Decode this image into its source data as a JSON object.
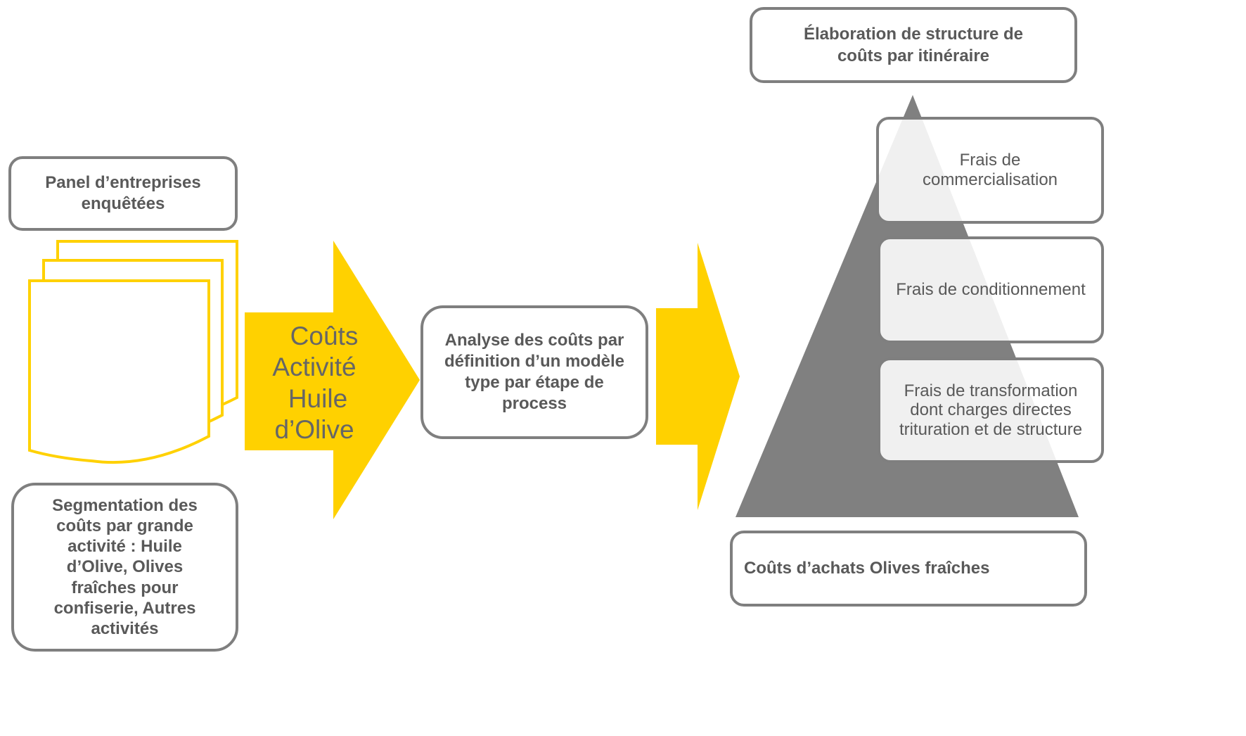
{
  "panel": {
    "title": "Panel d’entreprises enquêtées"
  },
  "segmentation": {
    "text": "Segmentation des coûts par grande activité : Huile d’Olive, Olives fraîches pour confiserie, Autres activités"
  },
  "arrow1": {
    "line1": "Coûts",
    "line2": "Activité",
    "line3": "Huile",
    "line4": "d’Olive"
  },
  "analyse": {
    "text": "Analyse des coûts par définition d’un modèle type par étape de process"
  },
  "elaboration": {
    "text": "Élaboration de structure de coûts par itinéraire"
  },
  "levels": [
    {
      "label": "Frais de commercialisation"
    },
    {
      "label": "Frais de conditionnement"
    },
    {
      "label": "Frais de transformation dont charges directes trituration et de structure"
    }
  ],
  "base": {
    "text": "Coûts d’achats Olives fraîches"
  },
  "colors": {
    "accent": "#FFD100",
    "grey": "#7F7F7F",
    "text": "#595959"
  }
}
